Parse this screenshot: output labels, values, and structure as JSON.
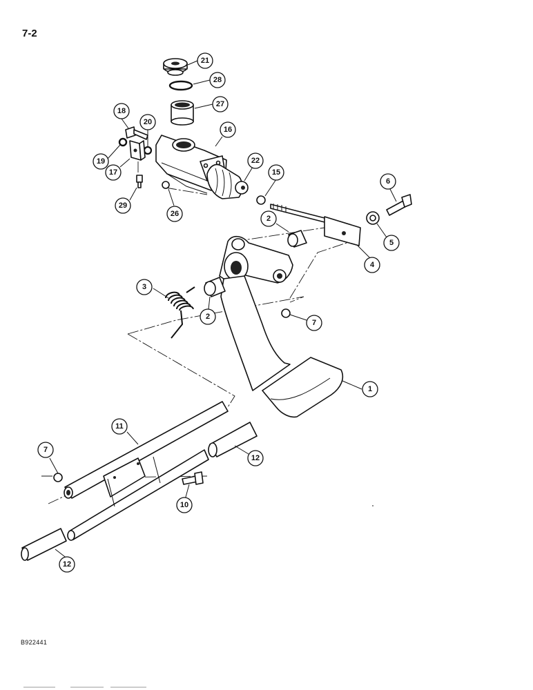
{
  "page": {
    "number": "7-2",
    "figure_code": "B922441"
  },
  "callouts": [
    {
      "id": "c21",
      "label": "21"
    },
    {
      "id": "c28",
      "label": "28"
    },
    {
      "id": "c27",
      "label": "27"
    },
    {
      "id": "c18",
      "label": "18"
    },
    {
      "id": "c20",
      "label": "20"
    },
    {
      "id": "c16",
      "label": "16"
    },
    {
      "id": "c19",
      "label": "19"
    },
    {
      "id": "c17",
      "label": "17"
    },
    {
      "id": "c22",
      "label": "22"
    },
    {
      "id": "c15",
      "label": "15"
    },
    {
      "id": "c6",
      "label": "6"
    },
    {
      "id": "c29",
      "label": "29"
    },
    {
      "id": "c26",
      "label": "26"
    },
    {
      "id": "c2a",
      "label": "2"
    },
    {
      "id": "c5",
      "label": "5"
    },
    {
      "id": "c4",
      "label": "4"
    },
    {
      "id": "c3",
      "label": "3"
    },
    {
      "id": "c2b",
      "label": "2"
    },
    {
      "id": "c7a",
      "label": "7"
    },
    {
      "id": "c1",
      "label": "1"
    },
    {
      "id": "c11",
      "label": "11"
    },
    {
      "id": "c7b",
      "label": "7"
    },
    {
      "id": "c12a",
      "label": "12"
    },
    {
      "id": "c10",
      "label": "10"
    },
    {
      "id": "c12b",
      "label": "12"
    }
  ]
}
